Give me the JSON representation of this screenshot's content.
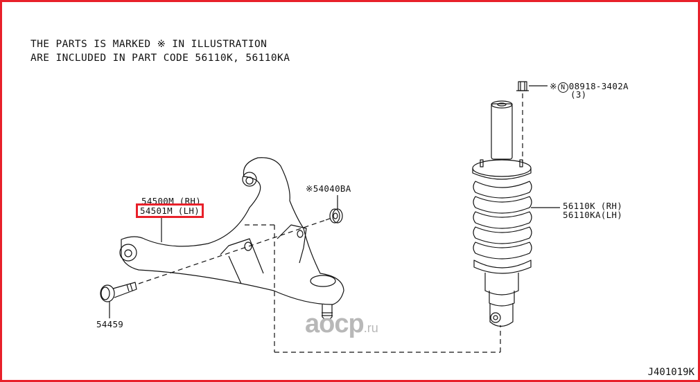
{
  "diagram": {
    "note_lines": [
      "THE PARTS IS MARKED ※ IN ILLUSTRATION",
      "ARE INCLUDED IN PART CODE 56110K, 56110KA"
    ],
    "reference_code": "J401019K",
    "border_color": "#e8202a",
    "highlight_color": "#e8202a"
  },
  "parts": {
    "nut_top": {
      "mark": "※",
      "circled": "N",
      "code": "08918-3402A",
      "qty": "(3)"
    },
    "arm_rh": "54500M (RH)",
    "arm_lh": "54501M (LH)",
    "bushing": "※54040BA",
    "bolt": "54459",
    "shock_rh": "56110K  (RH)",
    "shock_lh": "56110KA(LH)"
  },
  "watermark": {
    "main": "aocp",
    "suffix": ".ru"
  }
}
